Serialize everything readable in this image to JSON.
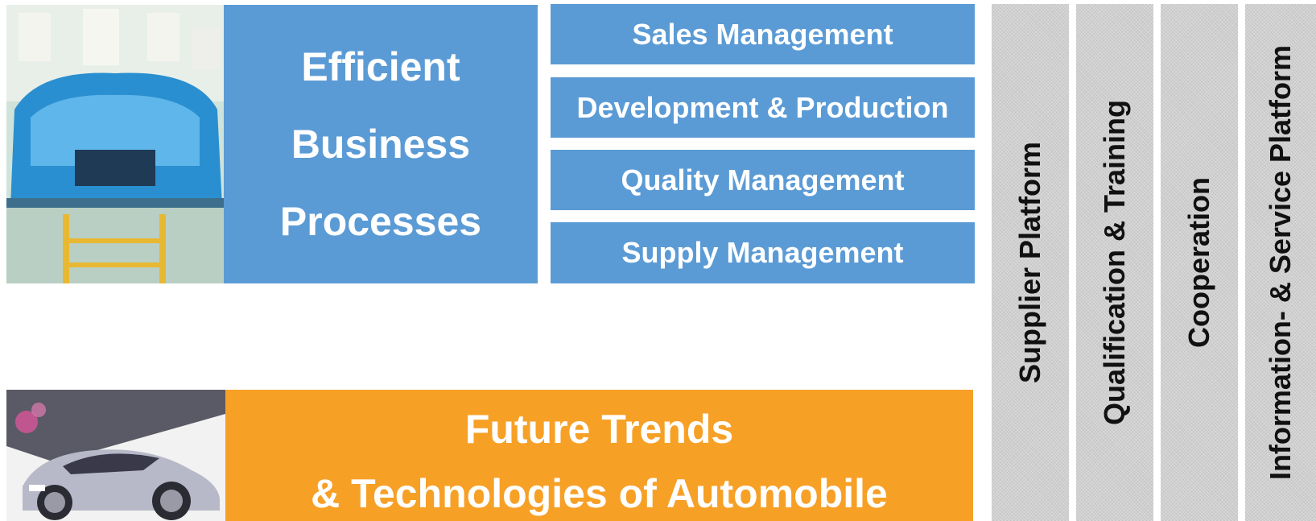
{
  "business": {
    "title_line1": "Efficient",
    "title_line2": "Business",
    "title_line3": "Processes",
    "processes": [
      "Sales Management",
      "Development & Production",
      "Quality Management",
      "Supply Management"
    ]
  },
  "trends": {
    "line1": "Future Trends",
    "line2": "& Technologies of Automobile"
  },
  "pillars": [
    "Supplier Platform",
    "Qualification & Training",
    "Cooperation",
    "Information- & Service Platform"
  ],
  "colors": {
    "blue": "#5b9bd5",
    "orange": "#f7a026",
    "pillar_gray": "#cfcfcf"
  },
  "images": {
    "top": "car-body-assembly-photo",
    "bottom": "concept-car-sketch"
  }
}
